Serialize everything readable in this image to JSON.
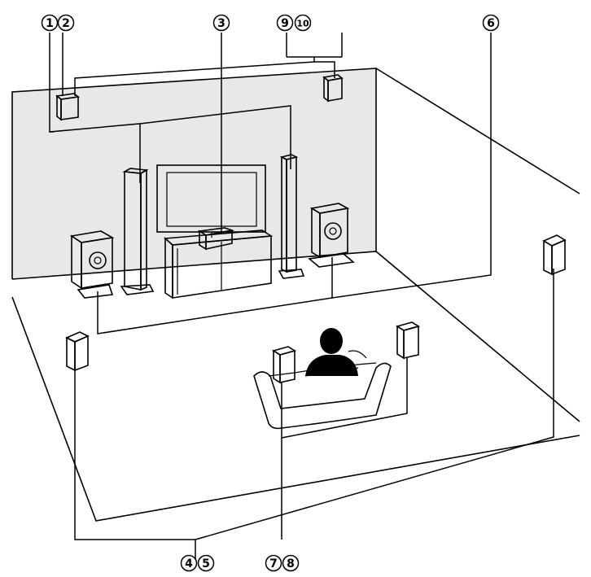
{
  "callouts": [
    {
      "id": "c1",
      "label": "1"
    },
    {
      "id": "c2",
      "label": "2"
    },
    {
      "id": "c3",
      "label": "3"
    },
    {
      "id": "c6",
      "label": "6"
    },
    {
      "id": "c9",
      "label": "9"
    },
    {
      "id": "c10",
      "label": "10"
    },
    {
      "id": "c4",
      "label": "4"
    },
    {
      "id": "c5",
      "label": "5"
    },
    {
      "id": "c7",
      "label": "7"
    },
    {
      "id": "c8",
      "label": "8"
    }
  ],
  "colors": {
    "wall": "#e8e8e8",
    "outline": "#000000",
    "speaker_face": "#ffffff",
    "listener": "#000000"
  },
  "icons": {
    "front_speaker": "tower-speaker-icon",
    "subwoofer": "subwoofer-icon",
    "surround": "satellite-speaker-icon",
    "listener": "person-silhouette-icon"
  }
}
